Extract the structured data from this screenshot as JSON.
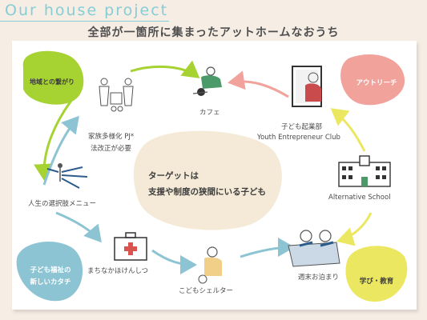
{
  "header": {
    "title": "Our house project",
    "subtitle": "全部が一箇所に集まったアットホームなおうち"
  },
  "badges": {
    "community": "地域との繋がり",
    "outreach": "アウトリーチ",
    "welfare_line1": "子ども福祉の",
    "welfare_line2": "新しいカタチ",
    "learning": "学び・教育"
  },
  "nodes": {
    "cafe": "カフェ",
    "startup_line1": "子ども起業部",
    "startup_line2": "Youth Entrepreneur Club",
    "diversity_line1": "家族多様化 PJ*",
    "diversity_line2": "法改正が必要",
    "life_choices": "人生の選択肢メニュー",
    "school": "Alternative School",
    "clinic": "まちなかほけんしつ",
    "shelter": "こどもシェルター",
    "weekend": "週末お泊まり"
  },
  "center": {
    "line1": "ターゲットは",
    "line2": "支援や制度の狭間にいる子ども"
  },
  "colors": {
    "background": "#f6ede4",
    "title": "#86cdd6",
    "green": "#a6d232",
    "pink": "#f0a29b",
    "yellow": "#ece760",
    "blue": "#8cc4d3",
    "beige": "#f4ead7"
  }
}
